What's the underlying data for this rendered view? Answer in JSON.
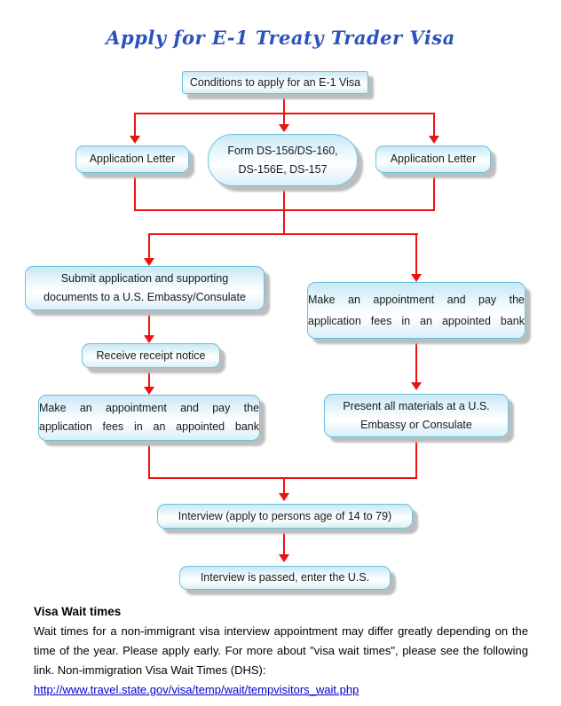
{
  "title": "Apply for E-1 Treaty Trader Visa",
  "flow": {
    "nodes": {
      "conditions": {
        "label": "Conditions to apply for an E-1 Visa"
      },
      "app_letter_left": {
        "label": "Application Letter"
      },
      "form": {
        "lines": [
          "Form DS-156/DS-160,",
          "DS-156E, DS-157"
        ]
      },
      "app_letter_right": {
        "label": "Application Letter"
      },
      "submit": {
        "lines": [
          "Submit application and supporting",
          "documents to a U.S. Embassy/Consulate"
        ]
      },
      "make_appointment_right": {
        "lines": [
          "Make an appointment and pay the",
          "application fees in an appointed bank"
        ]
      },
      "receive": {
        "label": "Receive receipt notice"
      },
      "make_appointment_left": {
        "lines": [
          "Make an appointment and pay the",
          "application fees in an appointed bank"
        ]
      },
      "present": {
        "lines": [
          "Present all materials at a U.S.",
          "Embassy or Consulate"
        ]
      },
      "interview": {
        "label": "Interview (apply to persons age of 14 to 79)"
      },
      "passed": {
        "label": "Interview is passed, enter the U.S."
      }
    }
  },
  "footer": {
    "heading": "Visa Wait times",
    "paragraph": "Wait times for a non-immigrant visa interview appointment may differ greatly depending on the time of the year. Please apply early. For more about \"visa wait times\", please see the following link. Non-immigration Visa Wait Times (DHS):",
    "link": "http://www.travel.state.gov/visa/temp/wait/tempvisitors_wait.php"
  },
  "colors": {
    "title_blue": "#2b52bd",
    "arrow_red": "#ee1111",
    "box_border": "#68c3dd",
    "box_fill_top": "#c9e8f5",
    "box_shadow": "#bdbdbd",
    "link_blue": "#0000cc"
  }
}
